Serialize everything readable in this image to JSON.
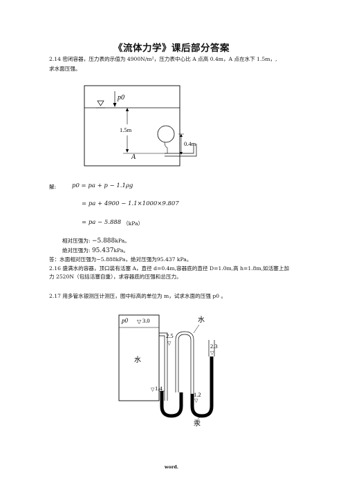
{
  "title": "《流体力学》课后部分答案",
  "p214": {
    "line1": "2.14 密闭容器，压力表的示值为 4900N/m²，压力表中心比 A 点高 0.4m，A 点在水下 1.5m，,",
    "line2": "求水面压强。"
  },
  "fig1": {
    "p0": "p0",
    "depth": "1.5m",
    "gauge_height": "0.4m",
    "point": "A"
  },
  "solution": {
    "label": "解:",
    "eq1": "p0 = pa + p − 1.1ρg",
    "eq2": "= pa + 4900 − 1.1×1000×9.807",
    "eq3_expr": "= pa − 5.888",
    "eq3_unit": "（kPa）",
    "rel_label": "相对压强为:",
    "rel_value": "−5.888",
    "rel_unit": "kPa。",
    "abs_label": "绝对压强为:",
    "abs_value": "95.437",
    "abs_unit": "kPa。",
    "answer": "答：水面相对压强为−5.888kPa，绝对压强为95.437 kPa。"
  },
  "p216": {
    "text": "2.16 盛满水的容器，顶口装有活塞 A，直径 d=0.4m,容器底的直径 D=1.0m,高 h=1.8m,如活塞上加力 2520N（包括活塞自重），求容器底的压强和总压力。"
  },
  "p217": {
    "text": "2.17 用多管水银测压计测压，图中标高的单位为 m，试求水面的压强 p0 。"
  },
  "fig2": {
    "p0": "p0",
    "top_level": "3.0",
    "water_left": "水",
    "water_right": "水",
    "level_25": "2.5",
    "level_23": "2.3",
    "level_14": "1.4",
    "level_12": "1.2",
    "mercury": "汞"
  },
  "footer": "word."
}
